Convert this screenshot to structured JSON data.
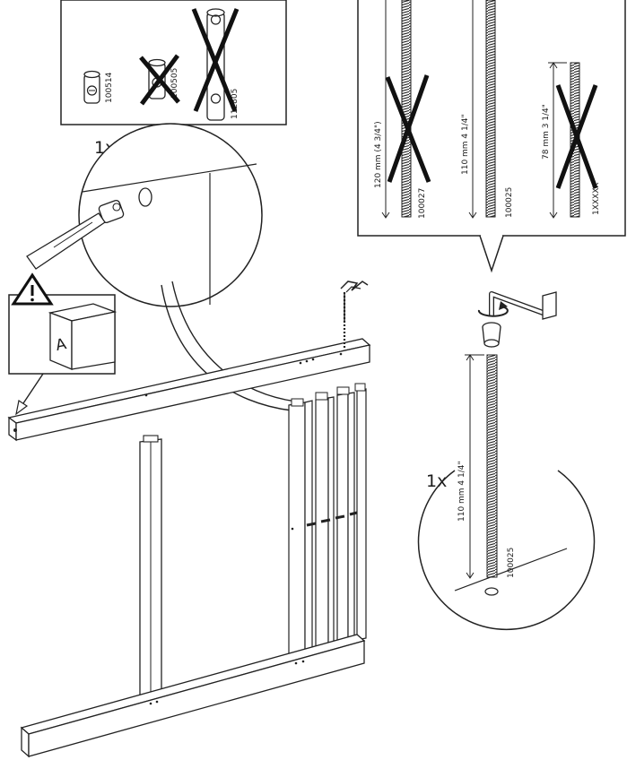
{
  "fasteners": {
    "nut_ok": "100514",
    "nut_wrong_1": "100505",
    "nut_wrong_2": "112805"
  },
  "bolts": {
    "wrong_long_length": "120 mm (4 3/4\")",
    "wrong_long_code": "100027",
    "correct_length": "110 mm 4 1/4\"",
    "correct_code": "100025",
    "wrong_short_length": "78 mm 3 1/4\"",
    "wrong_short_code": "1XXXXX"
  },
  "quantities": {
    "nut_qty": "1x",
    "bolt_qty": "1x"
  },
  "detail": {
    "bolt_length": "110 mm 4 1/4\"",
    "bolt_code": "100025",
    "marking_letter": "A"
  },
  "icons": {
    "warning": "warning-triangle-icon",
    "allen_key": "allen-key-icon"
  }
}
